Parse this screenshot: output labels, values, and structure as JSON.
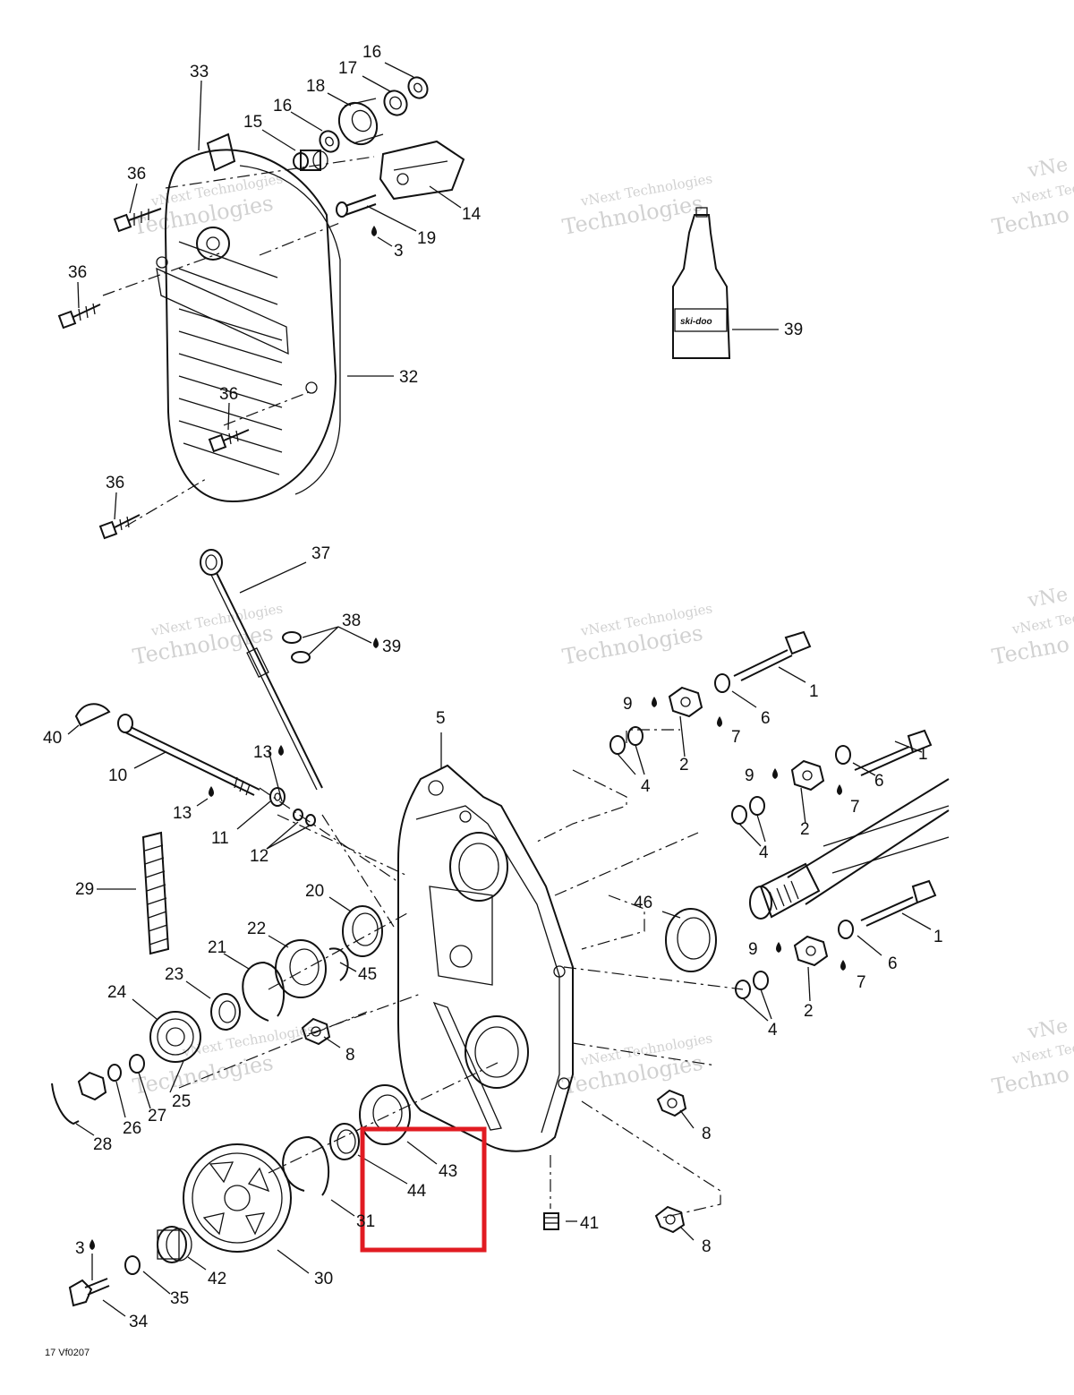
{
  "diagram": {
    "labels": [
      {
        "id": "l16a",
        "text": "16"
      },
      {
        "id": "l17",
        "text": "17"
      },
      {
        "id": "l18",
        "text": "18"
      },
      {
        "id": "l16b",
        "text": "16"
      },
      {
        "id": "l15",
        "text": "15"
      },
      {
        "id": "l33",
        "text": "33"
      },
      {
        "id": "l36a",
        "text": "36"
      },
      {
        "id": "l36b",
        "text": "36"
      },
      {
        "id": "l36c",
        "text": "36"
      },
      {
        "id": "l36d",
        "text": "36"
      },
      {
        "id": "l14",
        "text": "14"
      },
      {
        "id": "l19",
        "text": "19"
      },
      {
        "id": "l3a",
        "text": "3"
      },
      {
        "id": "l32",
        "text": "32"
      },
      {
        "id": "l39a",
        "text": "39"
      },
      {
        "id": "l37",
        "text": "37"
      },
      {
        "id": "l38",
        "text": "38"
      },
      {
        "id": "l39b",
        "text": "39"
      },
      {
        "id": "l40",
        "text": "40"
      },
      {
        "id": "l10",
        "text": "10"
      },
      {
        "id": "l13a",
        "text": "13"
      },
      {
        "id": "l13b",
        "text": "13"
      },
      {
        "id": "l11",
        "text": "11"
      },
      {
        "id": "l12",
        "text": "12"
      },
      {
        "id": "l29",
        "text": "29"
      },
      {
        "id": "l5",
        "text": "5"
      },
      {
        "id": "l1a",
        "text": "1"
      },
      {
        "id": "l1b",
        "text": "1"
      },
      {
        "id": "l1c",
        "text": "1"
      },
      {
        "id": "l9a",
        "text": "9"
      },
      {
        "id": "l9b",
        "text": "9"
      },
      {
        "id": "l9c",
        "text": "9"
      },
      {
        "id": "l6a",
        "text": "6"
      },
      {
        "id": "l6b",
        "text": "6"
      },
      {
        "id": "l6c",
        "text": "6"
      },
      {
        "id": "l7a",
        "text": "7"
      },
      {
        "id": "l7b",
        "text": "7"
      },
      {
        "id": "l7c",
        "text": "7"
      },
      {
        "id": "l2a",
        "text": "2"
      },
      {
        "id": "l2b",
        "text": "2"
      },
      {
        "id": "l2c",
        "text": "2"
      },
      {
        "id": "l4a",
        "text": "4"
      },
      {
        "id": "l4b",
        "text": "4"
      },
      {
        "id": "l4c",
        "text": "4"
      },
      {
        "id": "l46",
        "text": "46"
      },
      {
        "id": "l20",
        "text": "20"
      },
      {
        "id": "l22",
        "text": "22"
      },
      {
        "id": "l21",
        "text": "21"
      },
      {
        "id": "l45",
        "text": "45"
      },
      {
        "id": "l23",
        "text": "23"
      },
      {
        "id": "l24",
        "text": "24"
      },
      {
        "id": "l8a",
        "text": "8"
      },
      {
        "id": "l8b",
        "text": "8"
      },
      {
        "id": "l8c",
        "text": "8"
      },
      {
        "id": "l25",
        "text": "25"
      },
      {
        "id": "l26",
        "text": "26"
      },
      {
        "id": "l27",
        "text": "27"
      },
      {
        "id": "l28",
        "text": "28"
      },
      {
        "id": "l43",
        "text": "43"
      },
      {
        "id": "l44",
        "text": "44"
      },
      {
        "id": "l31",
        "text": "31"
      },
      {
        "id": "l41",
        "text": "41"
      },
      {
        "id": "l3b",
        "text": "3"
      },
      {
        "id": "l42",
        "text": "42"
      },
      {
        "id": "l30",
        "text": "30"
      },
      {
        "id": "l35",
        "text": "35"
      },
      {
        "id": "l34",
        "text": "34"
      }
    ],
    "reference_code": "17 Vf0207",
    "watermark_line1": "vNext Technologies",
    "watermark_line2": "Technologies",
    "watermark_partial1": "vNe",
    "watermark_partial2": "vNext Tec",
    "watermark_partial3": "Techno",
    "bottle_brand": "ski-doo",
    "highlight_color": "#e11b22",
    "line_color": "#111111"
  }
}
